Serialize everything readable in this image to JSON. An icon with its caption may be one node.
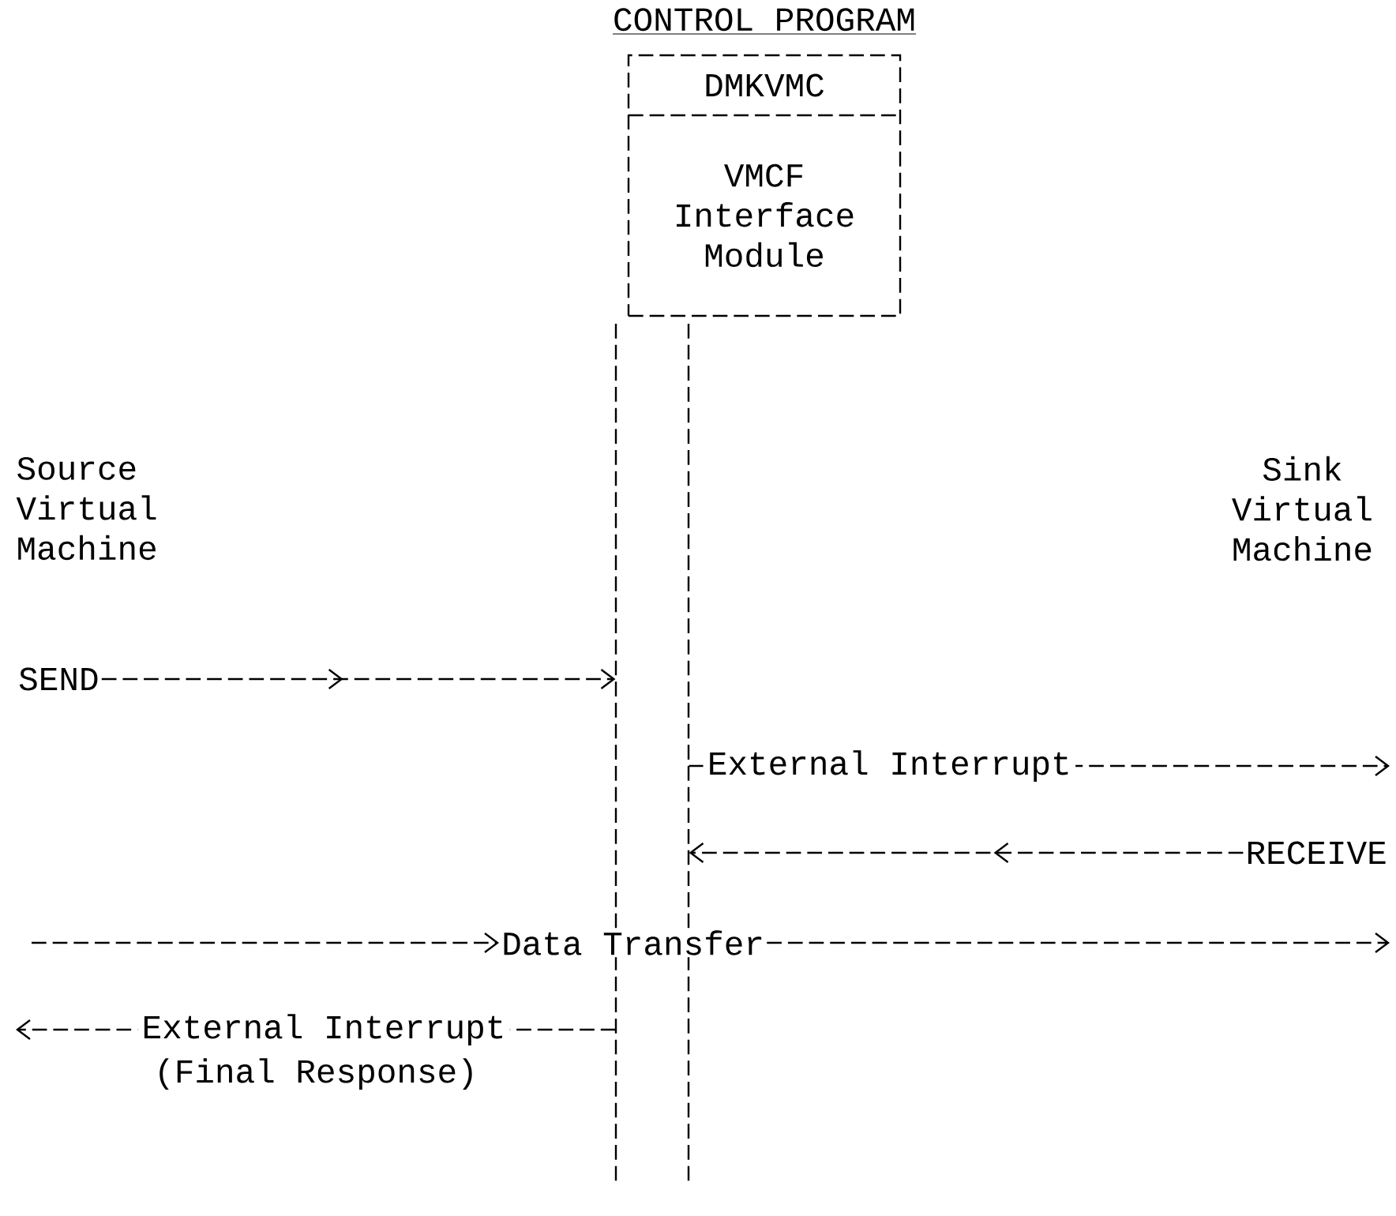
{
  "diagram": {
    "nodes": [
      {
        "text": [
          "CONTROL PROGRAM"
        ]
      },
      {
        "text": [
          "DMKVMC"
        ],
        "in": 0
      },
      {
        "text": [
          "VMCF Interface Module"
        ],
        "in": 0
      },
      {
        "text": [
          "Source Virtual Machine"
        ]
      },
      {
        "text": [
          "Sink Virtual Machine"
        ]
      },
      {
        "text": [
          "SEND"
        ]
      },
      {
        "text": [
          "RECEIVE"
        ]
      },
      {
        "text": [],
        "shape": "bar"
      },
      {
        "text": [
          "Data Transfer"
        ]
      }
    ],
    "edges": [
      {
        "from": 5,
        "to": 7,
        "arrow": "to"
      },
      {
        "from": 7,
        "to": null,
        "arrow": "to",
        "label": "External Interrupt"
      },
      {
        "from": 6,
        "to": 7,
        "arrow": "to"
      },
      {
        "from": null,
        "to": 8,
        "arrow": "to"
      },
      {
        "from": 8,
        "to": null,
        "arrow": "to"
      },
      {
        "from": 7,
        "to": null,
        "arrow": "to",
        "label": "External Interrupt"
      }
    ],
    "labels": [
      "(Final Response)"
    ]
  }
}
